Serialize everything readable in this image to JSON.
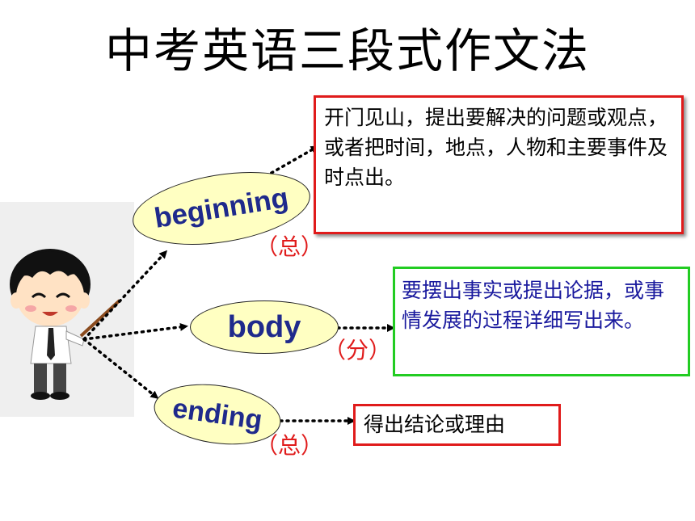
{
  "title": "中考英语三段式作文法",
  "nodes": {
    "beginning": {
      "label": "beginning",
      "tag": "（总）",
      "description": "开门见山，提出要解决的问题或观点，或者把时间，地点，人物和主要事件及时点出。"
    },
    "body": {
      "label": "body",
      "tag": "（分）",
      "description": "要摆出事实或提出论据，或事情发展的过程详细写出来。"
    },
    "ending": {
      "label": "ending",
      "tag": "（总）",
      "description": "得出结论或理由"
    }
  },
  "colors": {
    "ellipse_fill": "#ffffc2",
    "label_text": "#1f2a8c",
    "tag_red": "#e01b1b",
    "box_red_border": "#e01b1b",
    "box_green_border": "#22cc22",
    "body_text": "#1a1a9e"
  },
  "icons": [
    "cartoon-boy-icon",
    "pointer-stick-icon",
    "dotted-arrow"
  ]
}
